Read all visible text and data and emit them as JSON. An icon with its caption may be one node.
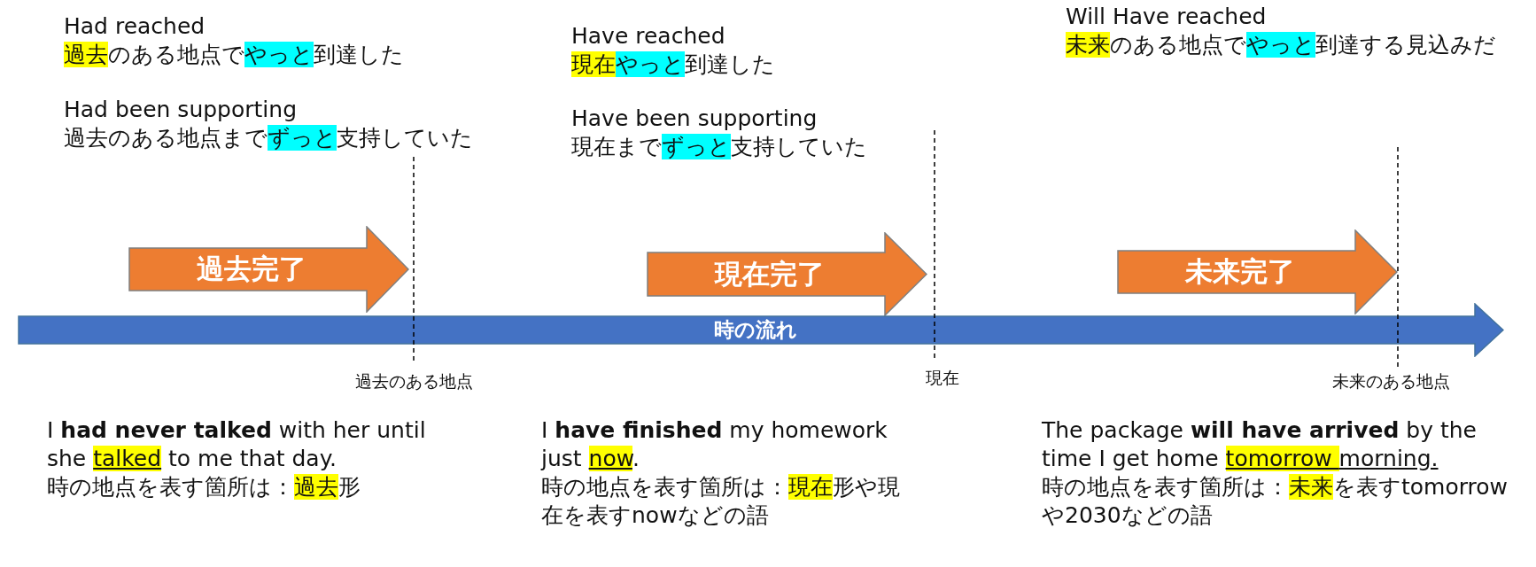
{
  "diagram": {
    "nodes": [
      {
        "text": [
          "過去完了"
        ]
      },
      {
        "text": [
          "現在完了"
        ]
      },
      {
        "text": [
          "未来完了"
        ]
      },
      {
        "text": [
          "時の流れ"
        ]
      }
    ],
    "labels": [
      "Had reached",
      "過去のある地点でやっと到達した",
      "Have reached",
      "現在やっと到達した",
      "Will Have reached",
      "未来のある地点でやっと到達する見込みだ",
      "Had been supporting",
      "過去のある地点までずっと支持していた",
      "Have been supporting",
      "現在までずっと支持していた",
      "過去のある地点",
      "現在",
      "未来のある地点",
      "I **had never talked** with her until she talked to me that day.",
      "時の地点を表す箇所は：過去形",
      "I **have finished** my homework just now.",
      "時の地点を表す箇所は：現在形や現在を表すnowなどの語",
      "The package **will have arrived** by the time I get home tomorrow morning.",
      "時の地点を表す箇所は：未来を表すtomorrow や2030などの語"
    ]
  }
}
